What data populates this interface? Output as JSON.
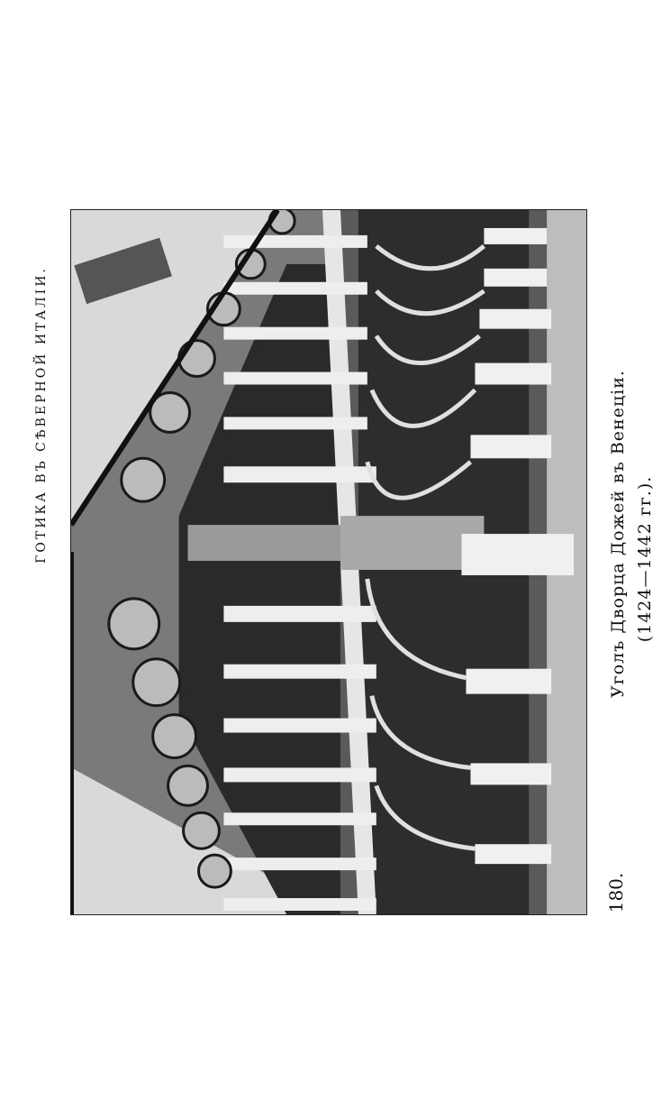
{
  "running_head": "ГОТИКА ВЪ СѢВЕРНОЙ ИТАЛІИ.",
  "figure": {
    "number": "180.",
    "caption": "Уголъ Дворца Дожей въ Венеціи.",
    "date": "(1424—1442 гг.)."
  },
  "plate": {
    "subject": "photograph-engraving",
    "colors": {
      "stone": "#e4e4e4",
      "shadow": "#222222",
      "mid": "#8a8a8a",
      "sky": "#d6d6d6"
    }
  }
}
